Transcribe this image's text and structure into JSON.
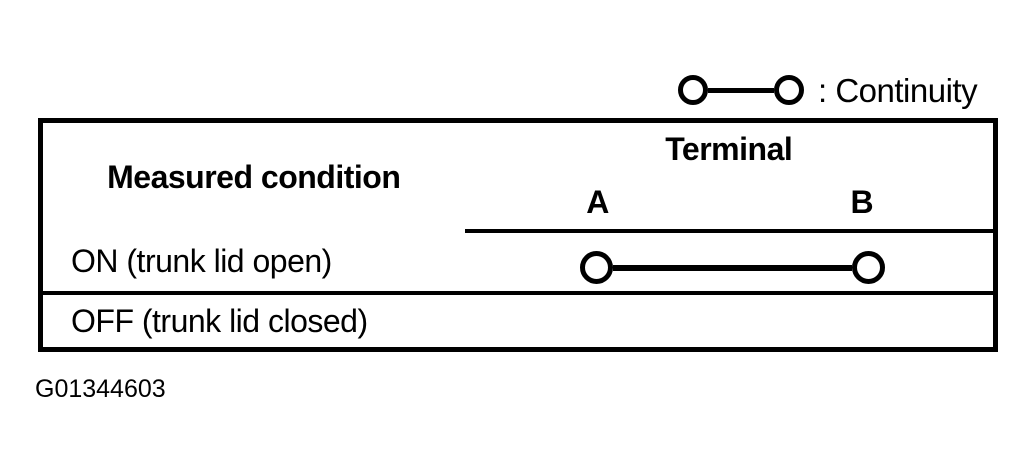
{
  "page": {
    "figure_id": "G01344603"
  },
  "legend": {
    "label": ": Continuity"
  },
  "table": {
    "header": {
      "measured_condition": "Measured condition",
      "terminal": "Terminal",
      "terminal_a": "A",
      "terminal_b": "B"
    },
    "rows": [
      {
        "condition": "ON (trunk lid open)",
        "continuity_a_b": true
      },
      {
        "condition": "OFF (trunk lid closed)",
        "continuity_a_b": false
      }
    ]
  },
  "colors": {
    "ink": "#000000",
    "background": "#ffffff"
  }
}
